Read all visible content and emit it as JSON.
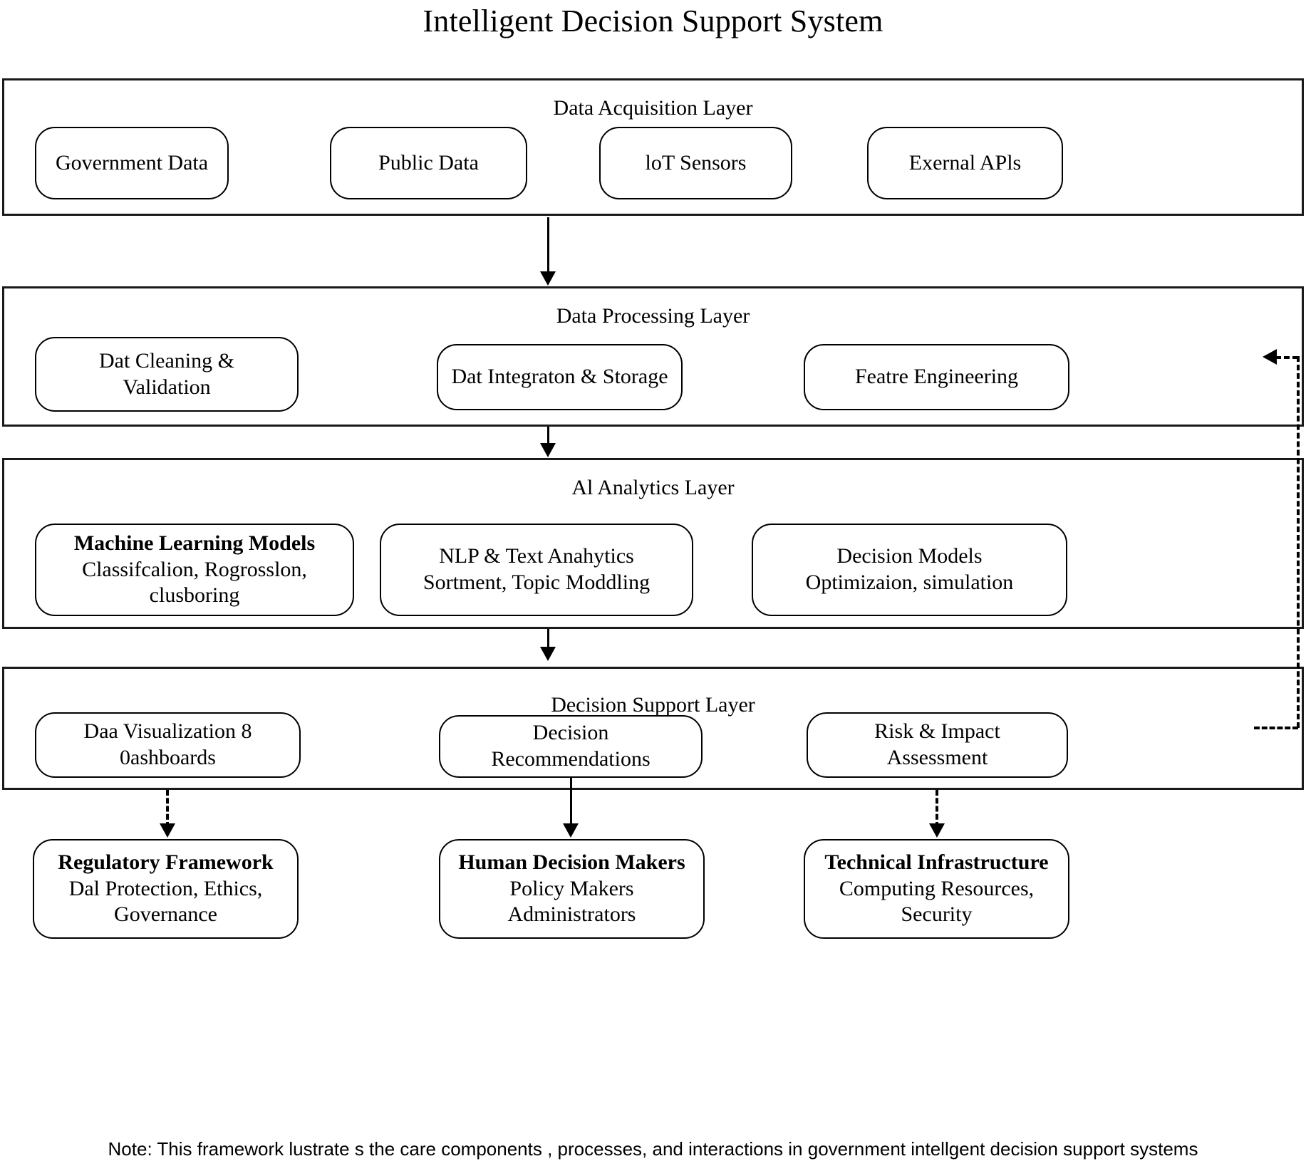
{
  "title": "Intelligent Decision Support System",
  "layers": [
    {
      "id": "data-acquisition",
      "title": "Data Acquisition Layer",
      "nodes": [
        {
          "label": "Government Data"
        },
        {
          "label": "Public Data"
        },
        {
          "label": "loT Sensors"
        },
        {
          "label": "Exernal APls"
        }
      ]
    },
    {
      "id": "data-processing",
      "title": "Data Processing Layer",
      "nodes": [
        {
          "label": "Dat Cleaning &\nValidation"
        },
        {
          "label": "Dat Integraton & Storage"
        },
        {
          "label": "Featre Engineering"
        }
      ]
    },
    {
      "id": "ai-analytics",
      "title": "Al Analytics Layer",
      "nodes": [
        {
          "title": "Machine Learning Models",
          "sub": "Classifcalion, Rogrosslon,\nclusboring"
        },
        {
          "title": "NLP & Text Anahytics",
          "sub": "Sortment, Topic Moddling"
        },
        {
          "title": "Decision Models",
          "sub": "Optimizaion, simulation"
        }
      ]
    },
    {
      "id": "decision-support",
      "title": "Decision Support Layer",
      "nodes": [
        {
          "label": "Daa Visualization 8\n0ashboards"
        },
        {
          "label": "Decision\nRecommendations"
        },
        {
          "label": "Risk & Impact\nAssessment"
        }
      ]
    }
  ],
  "bottom_nodes": [
    {
      "title": "Regulatory Framework",
      "sub": "Dal Protection, Ethics,\nGovernance"
    },
    {
      "title": "Human Decision Makers",
      "sub": "Policy Makers\nAdministrators"
    },
    {
      "title": "Technical Infrastructure",
      "sub": "Computing Resources,\nSecurity"
    }
  ],
  "note": "Note: This framework lustrate s the care components  , processes, and interactions in government intellgent decision support systems",
  "colors": {
    "stroke": "#000000",
    "layer_border": "#1a1a1a",
    "background": "#ffffff"
  }
}
